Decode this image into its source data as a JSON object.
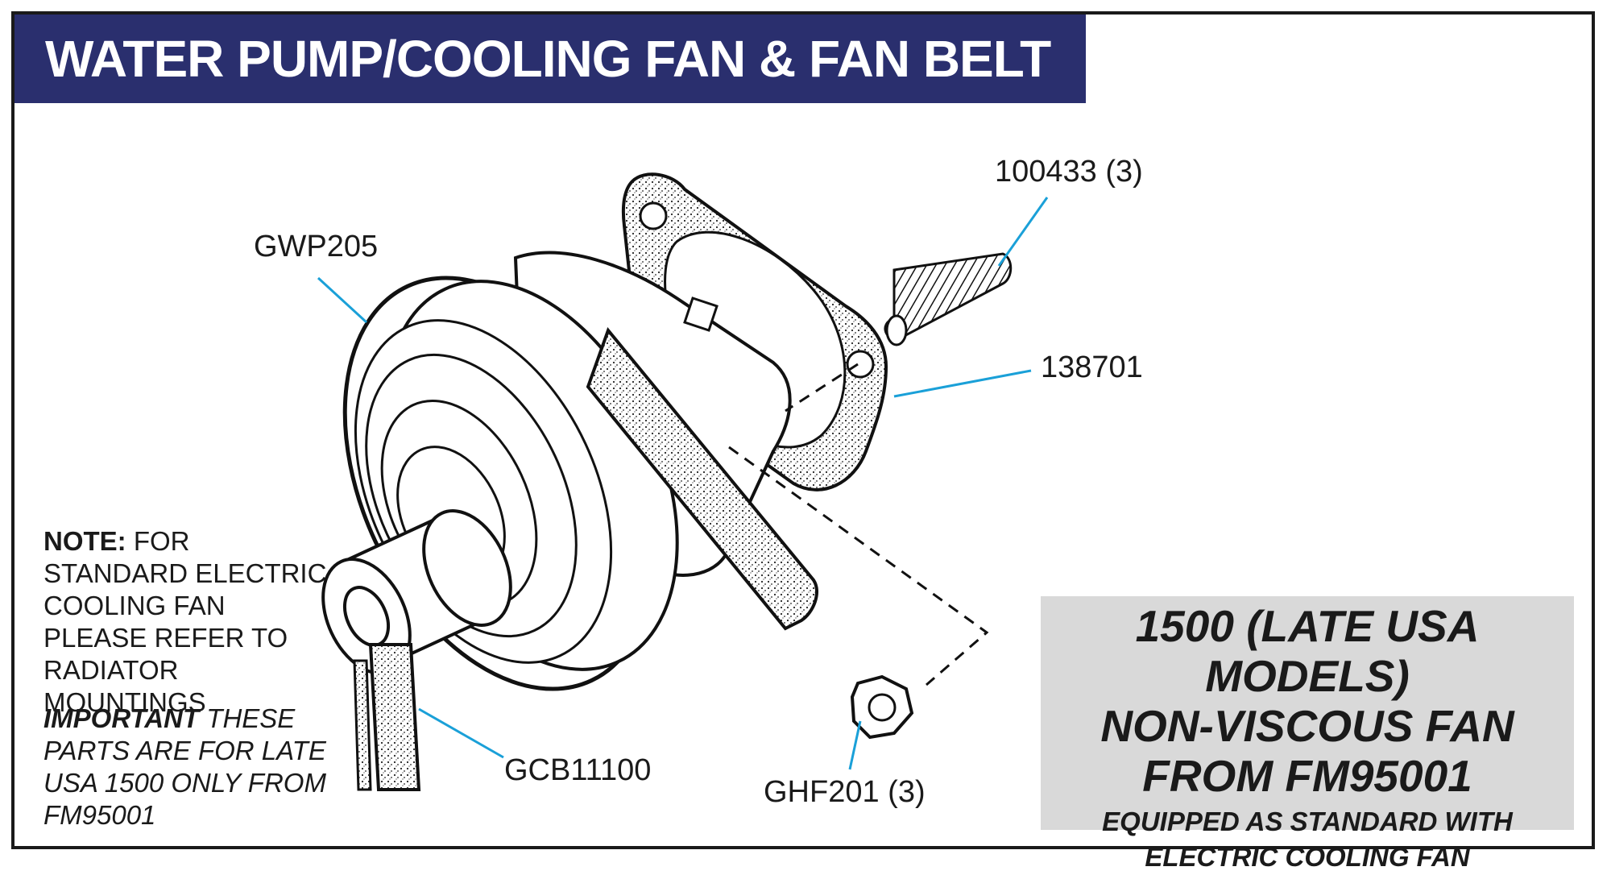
{
  "title": "WATER PUMP/COOLING FAN & FAN BELT",
  "parts": {
    "stud": "100433 (3)",
    "pump": "GWP205",
    "gasket": "138701",
    "belt": "GCB11100",
    "nut": "GHF201 (3)"
  },
  "note": {
    "label": "NOTE:",
    "text": "FOR STANDARD ELECTRIC COOLING FAN PLEASE REFER TO RADIATOR MOUNTINGS"
  },
  "important": {
    "label": "IMPORTANT",
    "text": "THESE PARTS ARE FOR LATE USA 1500 ONLY FROM FM95001"
  },
  "info_box": {
    "line1": "1500 (LATE USA MODELS)",
    "line2": "NON-VISCOUS FAN",
    "line3": "FROM FM95001",
    "line4": "EQUIPPED AS STANDARD WITH",
    "line5": "ELECTRIC COOLING FAN"
  },
  "colors": {
    "title_bg": "#2a2f6e",
    "leader": "#1aa0d8",
    "info_bg": "#d9d9d9"
  }
}
